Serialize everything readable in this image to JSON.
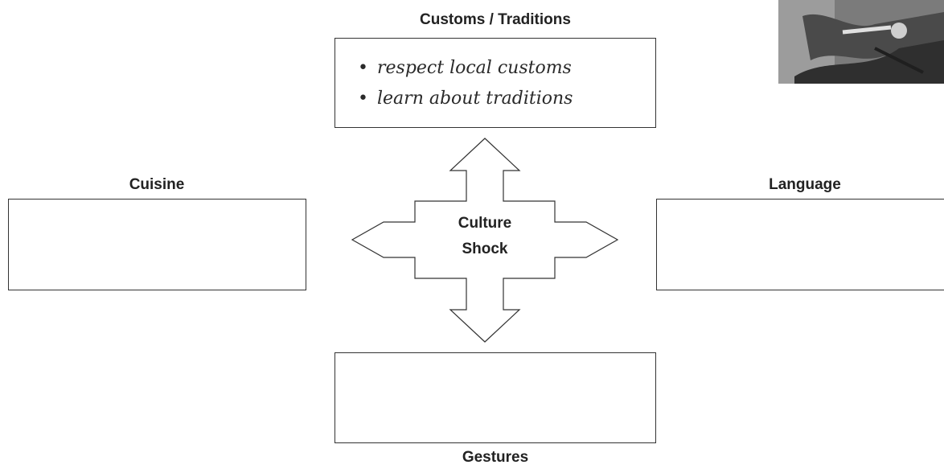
{
  "diagram": {
    "center": {
      "line1": "Culture",
      "line2": "Shock"
    },
    "top": {
      "heading": "Customs / Traditions",
      "notes": [
        "respect local customs",
        "learn about traditions"
      ]
    },
    "left": {
      "heading": "Cuisine"
    },
    "right": {
      "heading": "Language"
    },
    "bottom": {
      "heading": "Gestures"
    }
  },
  "photo": {
    "icon": "photo-image"
  }
}
